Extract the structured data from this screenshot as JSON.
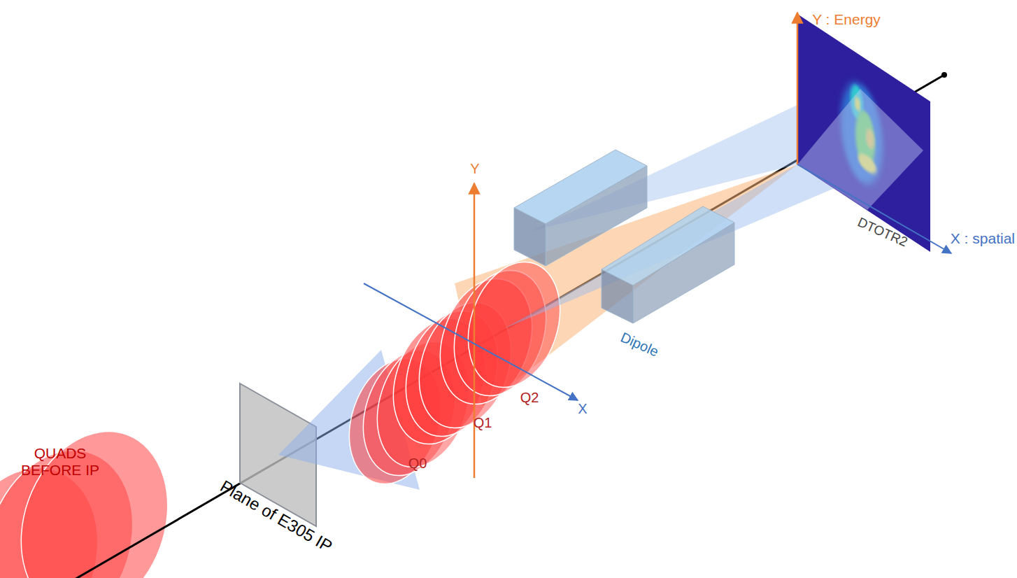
{
  "diagram": {
    "labels": [
      "QUADS BEFORE IP",
      "Plane of E305 IP",
      "Q0",
      "Q1",
      "Q2",
      "Y",
      "X",
      "Dipole",
      "Y : Energy",
      "X : spatial",
      "DTOTR2"
    ]
  }
}
